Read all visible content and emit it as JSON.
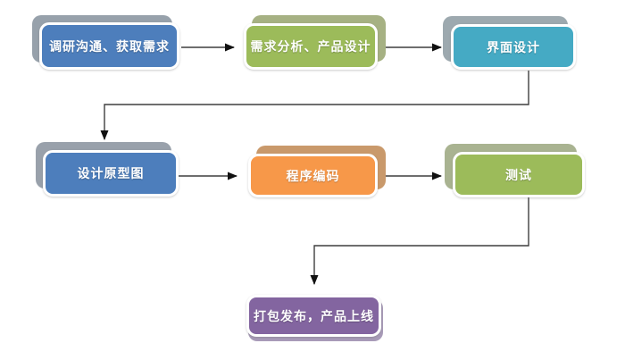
{
  "diagram": {
    "title": "software-development-process-flowchart",
    "background": "#ffffff",
    "connector_color": "#3f3f3f",
    "arrowhead_color": "#111111",
    "nodes": [
      {
        "id": "research",
        "label": "调研沟通、获取需求",
        "fill": "#4d7ebc",
        "shadow": "#97a1ab"
      },
      {
        "id": "analysis",
        "label": "需求分析、产品设计",
        "fill": "#9cbb5a",
        "shadow": "#a6b183"
      },
      {
        "id": "ui-design",
        "label": "界面设计",
        "fill": "#45aac4",
        "shadow": "#9da9af"
      },
      {
        "id": "prototype",
        "label": "设计原型图",
        "fill": "#4d7ebc",
        "shadow": "#99a1ab"
      },
      {
        "id": "coding",
        "label": "程序编码",
        "fill": "#f79849",
        "shadow": "#c9996b"
      },
      {
        "id": "testing",
        "label": "测试",
        "fill": "#9cbb5a",
        "shadow": "#a9b391"
      },
      {
        "id": "release",
        "label": "打包发布，产品上线",
        "fill": "#8365a0",
        "shadow": "#a89bb8"
      }
    ],
    "edges": [
      {
        "from": "research",
        "to": "analysis"
      },
      {
        "from": "analysis",
        "to": "ui-design"
      },
      {
        "from": "ui-design",
        "to": "prototype"
      },
      {
        "from": "prototype",
        "to": "coding"
      },
      {
        "from": "coding",
        "to": "testing"
      },
      {
        "from": "testing",
        "to": "release"
      }
    ]
  }
}
